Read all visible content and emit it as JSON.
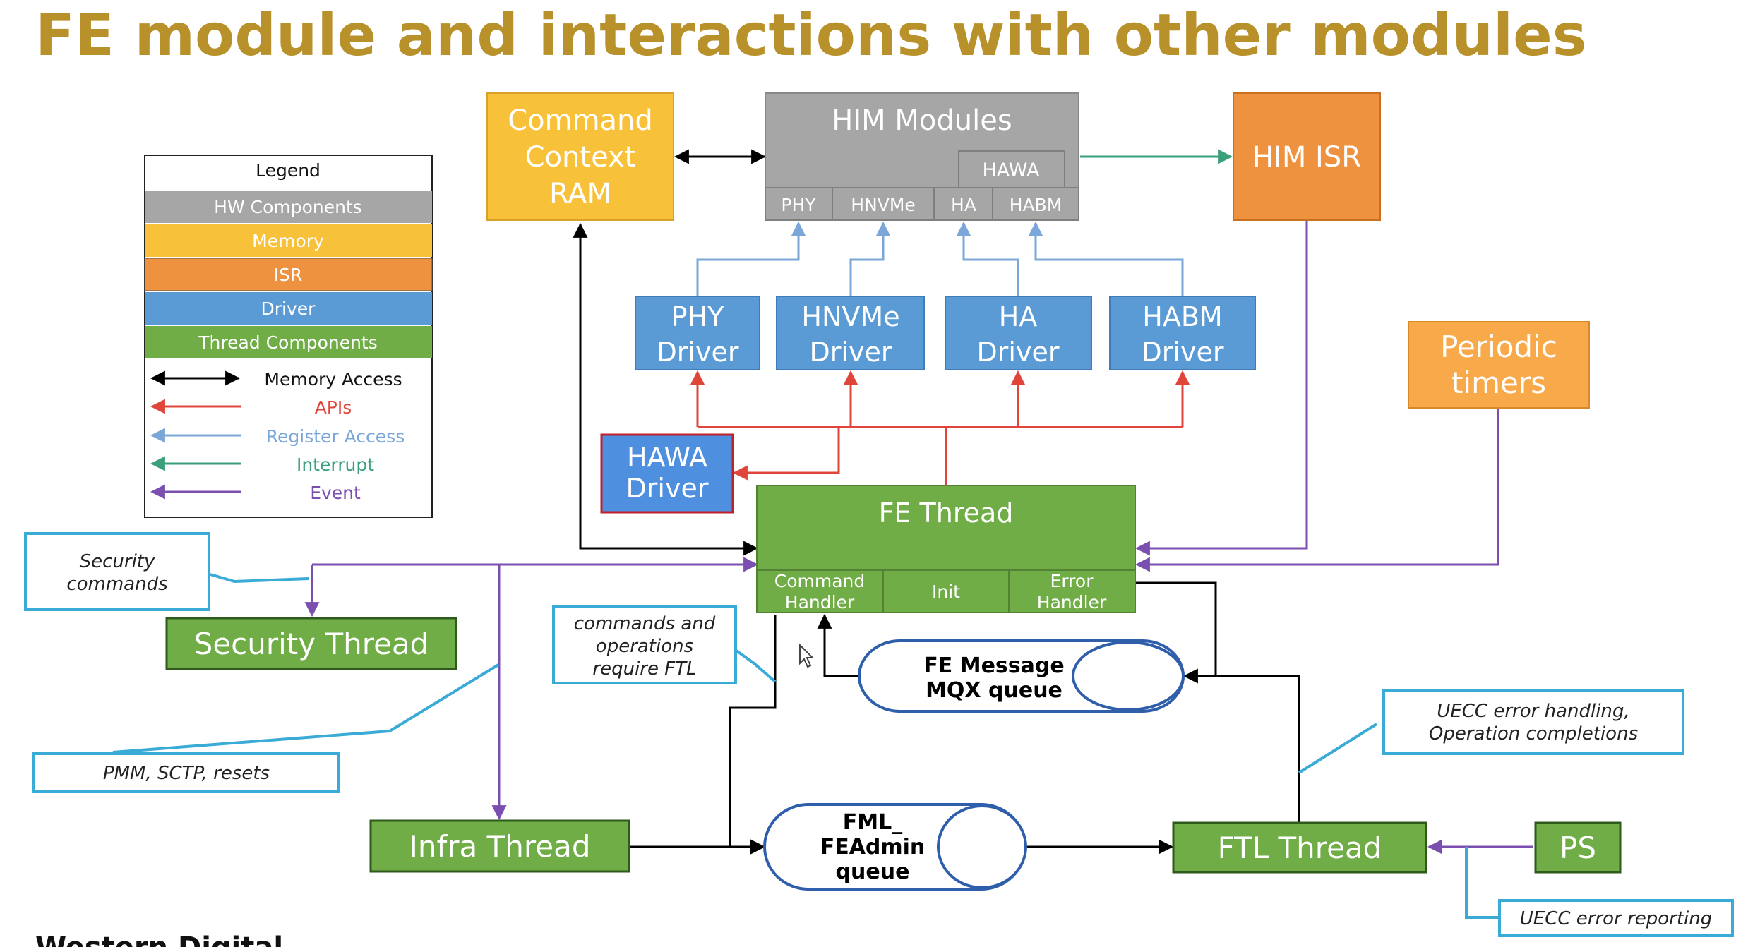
{
  "title": "FE module and interactions with other modules",
  "colors": {
    "hw": "#a6a6a6",
    "memory": "#f8c13a",
    "isr": "#ef9240",
    "driver": "#5b9bd5",
    "thread": "#70ad47",
    "title": "#b8912a",
    "note_border": "#3aaad6",
    "memory_access": "#000000",
    "apis": "#e0453a",
    "register_access": "#7aa7d8",
    "interrupt": "#3aa07a",
    "event": "#7b4fb0"
  },
  "legend": {
    "header": "Legend",
    "items": [
      "HW Components",
      "Memory",
      "ISR",
      "Driver",
      "Thread Components"
    ],
    "arrows": [
      "Memory Access",
      "APIs",
      "Register Access",
      "Interrupt",
      "Event"
    ]
  },
  "boxes": {
    "command_context_ram": [
      "Command",
      "Context",
      "RAM"
    ],
    "him_modules": "HIM Modules",
    "hawa": "HAWA",
    "him_ports": [
      "PHY",
      "HNVMe",
      "HA",
      "HABM"
    ],
    "him_isr": "HIM ISR",
    "periodic_timers": [
      "Periodic",
      "timers"
    ],
    "drivers": [
      [
        "PHY",
        "Driver"
      ],
      [
        "HNVMe",
        "Driver"
      ],
      [
        "HA",
        "Driver"
      ],
      [
        "HABM",
        "Driver"
      ]
    ],
    "hawa_driver": [
      "HAWA",
      "Driver"
    ],
    "fe_thread": "FE Thread",
    "fe_sub": [
      [
        "Command",
        "Handler"
      ],
      [
        "Init"
      ],
      [
        "Error",
        "Handler"
      ]
    ],
    "security_thread": "Security Thread",
    "infra_thread": "Infra Thread",
    "ftl_thread": "FTL Thread",
    "ps": "PS",
    "fe_queue": [
      "FE Message",
      "MQX queue"
    ],
    "fml_queue": [
      "FML_",
      "FEAdmin",
      "queue"
    ]
  },
  "notes": {
    "security": [
      "Security",
      "commands"
    ],
    "ftl_req": [
      "commands and",
      "operations",
      "require FTL"
    ],
    "pmm": "PMM, SCTP, resets",
    "uecc_handling": [
      "UECC error handling,",
      "Operation completions"
    ],
    "uecc_reporting": "UECC error reporting"
  },
  "footer": "Western Digital"
}
